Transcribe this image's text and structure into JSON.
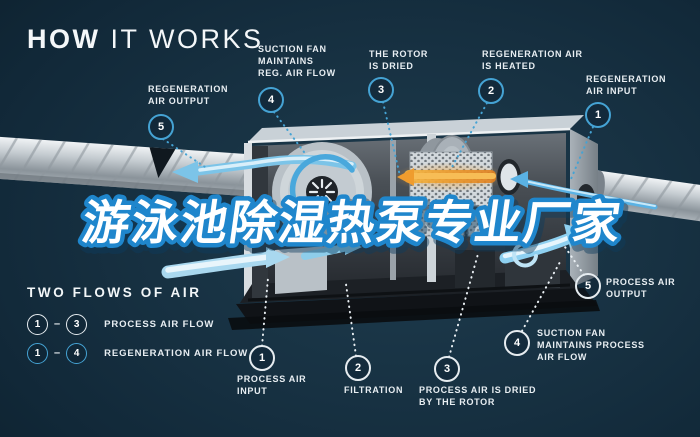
{
  "title": {
    "bold": "HOW",
    "rest": " IT WORKS"
  },
  "overlay_title": "游泳池除湿热泵专业厂家",
  "legend": {
    "heading": "TWO FLOWS OF AIR",
    "separator": "–",
    "rows": [
      {
        "from": "1",
        "to": "3",
        "label": "PROCESS AIR FLOW"
      },
      {
        "from": "1",
        "to": "4",
        "label": "REGENERATION AIR FLOW"
      }
    ]
  },
  "callouts": {
    "regeneration": [
      {
        "number": "5",
        "label": "REGENERATION\nAIR OUTPUT"
      },
      {
        "number": "4",
        "label": "SUCTION FAN\nMAINTAINS\nREG. AIR FLOW"
      },
      {
        "number": "3",
        "label": "THE ROTOR\nIS DRIED"
      },
      {
        "number": "2",
        "label": "REGENERATION AIR\nIS HEATED"
      },
      {
        "number": "1",
        "label": "REGENERATION\nAIR INPUT"
      }
    ],
    "process": [
      {
        "number": "1",
        "label": "PROCESS AIR\nINPUT"
      },
      {
        "number": "2",
        "label": "FILTRATION"
      },
      {
        "number": "3",
        "label": "PROCESS AIR IS DRIED\nBY THE ROTOR"
      },
      {
        "number": "4",
        "label": "SUCTION FAN\nMAINTAINS PROCESS\nAIR FLOW"
      },
      {
        "number": "5",
        "label": "PROCESS AIR\nOUTPUT"
      }
    ]
  },
  "colors": {
    "background": "#13293a",
    "regeneration_accent": "#45a3d4",
    "process_accent": "#e9eff3",
    "heater_orange": "#ef9c2e",
    "flow_blue": "#8ed0f0",
    "overlay_stroke": "#1f86cc"
  }
}
